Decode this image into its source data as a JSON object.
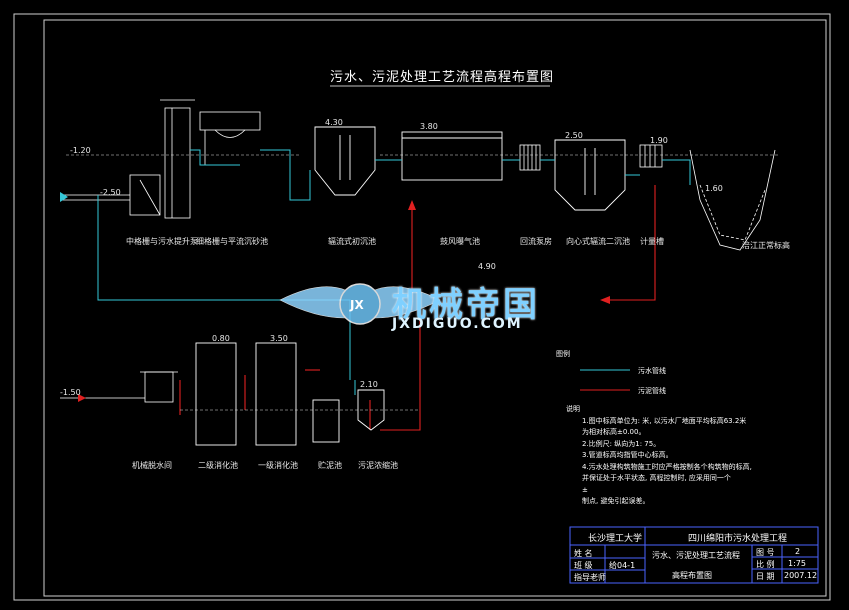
{
  "title": "污水、污泥处理工艺流程高程布置图",
  "watermark": {
    "cn": "机械帝国",
    "en": "JXDIGUO.COM",
    "logo": "JX"
  },
  "units_top": [
    {
      "key": "grille",
      "label": "中格栅与污水提升泵"
    },
    {
      "key": "fine",
      "label": "细格栅与平流沉砂池"
    },
    {
      "key": "primary",
      "label": "辐流式初沉池"
    },
    {
      "key": "aeration",
      "label": "鼓风曝气池"
    },
    {
      "key": "pump",
      "label": "回流泵房"
    },
    {
      "key": "secondary",
      "label": "向心式辐流二沉池"
    },
    {
      "key": "meter",
      "label": "计量槽"
    },
    {
      "key": "river",
      "label": "涪江正常标高"
    }
  ],
  "units_bottom": [
    {
      "key": "dewater",
      "label": "机械脱水间"
    },
    {
      "key": "digest2",
      "label": "二级消化池"
    },
    {
      "key": "digest1",
      "label": "一级消化池"
    },
    {
      "key": "storage",
      "label": "贮泥池"
    },
    {
      "key": "thicken",
      "label": "污泥浓缩池"
    }
  ],
  "legend": {
    "title": "图例",
    "items": [
      {
        "label": "污水管线",
        "color": "#35c7d8"
      },
      {
        "label": "污泥管线",
        "color": "#e02020"
      }
    ]
  },
  "notes": {
    "heading": "说明",
    "lines": [
      "1.图中标高单位为: 米, 以污水厂地面平均标高63.2米",
      "  为相对标高±0.00。",
      "2.比例尺: 纵向为1: 75。",
      "3.管道标高均指管中心标高。",
      "4.污水处理构筑物施工时应严格按制各个构筑物的标高,",
      "  并保证处于水平状态, 高程控制时, 应采用同一个",
      "  ±",
      "  制点, 避免引起误差。"
    ]
  },
  "titleblock": {
    "school": "长沙理工大学",
    "project": "四川绵阳市污水处理工程",
    "drawing_name_1": "污水、污泥处理工艺流程",
    "drawing_name_2": "高程布置图",
    "row_labels": [
      "姓 名",
      "班 级",
      "指导老师"
    ],
    "class_value": "给04-1",
    "fields": [
      {
        "label": "图 号",
        "value": "2"
      },
      {
        "label": "比 例",
        "value": "1:75"
      },
      {
        "label": "日 期",
        "value": "2007.12"
      }
    ]
  },
  "elevations": [
    "-1.20",
    "-2.50",
    "4.30",
    "3.80",
    "2.50",
    "1.90",
    "1.60",
    "-1.50",
    "0.80",
    "3.50",
    "4.90",
    "2.10"
  ],
  "colors": {
    "sewage": "#35c7d8",
    "sludge": "#e02020",
    "line": "#ffffff",
    "frame": "#cfcfcf",
    "titleblock": "#4a63ff"
  }
}
